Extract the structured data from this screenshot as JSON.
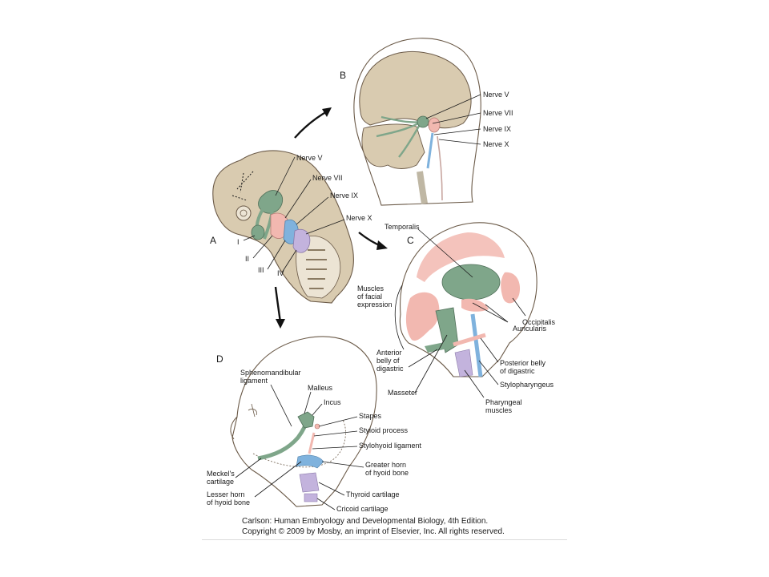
{
  "panels": {
    "a": "A",
    "b": "B",
    "c": "C",
    "d": "D"
  },
  "panel_a": {
    "nerve_v": "Nerve V",
    "nerve_vii": "Nerve VII",
    "nerve_ix": "Nerve IX",
    "nerve_x": "Nerve X",
    "arch_i": "I",
    "arch_ii": "II",
    "arch_iii": "III",
    "arch_iv": "IV"
  },
  "panel_b": {
    "nerve_v": "Nerve V",
    "nerve_vii": "Nerve VII",
    "nerve_ix": "Nerve IX",
    "nerve_x": "Nerve X"
  },
  "panel_c": {
    "temporalis": "Temporalis",
    "muscles_facial": [
      "Muscles",
      "of facial",
      "expression"
    ],
    "occipitalis": "Occipitalis",
    "auricularis": "Auricularis",
    "anterior_belly": [
      "Anterior",
      "belly of",
      "digastric"
    ],
    "posterior_belly": [
      "Posterior belly",
      "of digastric"
    ],
    "stylopharyngeus": "Stylopharyngeus",
    "masseter": "Masseter",
    "pharyngeal": [
      "Pharyngeal",
      "muscles"
    ]
  },
  "panel_d": {
    "sphenomandibular": [
      "Sphenomandibular",
      "ligament"
    ],
    "malleus": "Malleus",
    "incus": "Incus",
    "stapes": "Stapes",
    "styloid": "Styloid process",
    "stylohyoid": "Stylohyoid ligament",
    "greater_horn": [
      "Greater horn",
      "of hyoid bone"
    ],
    "meckels": [
      "Meckel's",
      "cartilage"
    ],
    "lesser_horn": [
      "Lesser horn",
      "of hyoid bone"
    ],
    "thyroid": "Thyroid cartilage",
    "cricoid": "Cricoid cartilage"
  },
  "caption": {
    "line1": "Carlson: Human Embryology and Developmental Biology, 4th Edition.",
    "line2": "Copyright © 2009 by Mosby, an imprint of Elsevier, Inc. All rights reserved."
  },
  "colors": {
    "tan": "#d9cbb0",
    "tan_dark": "#c7b592",
    "green": "#7fa68a",
    "pink": "#f2b8b0",
    "blue": "#7fb2dd",
    "lavender": "#c3b3dd"
  }
}
